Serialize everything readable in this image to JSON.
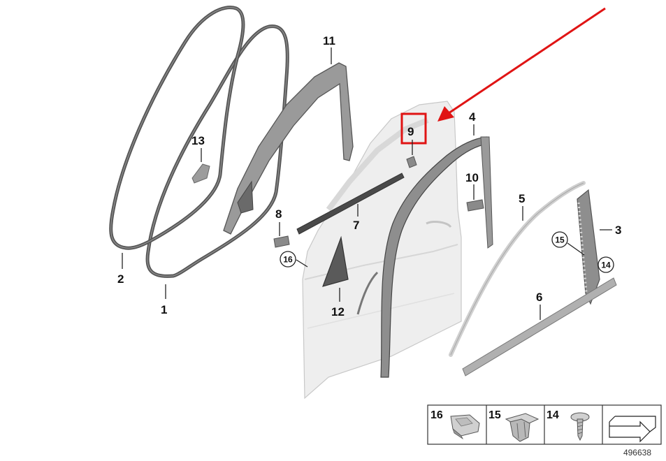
{
  "callouts": {
    "c1": "1",
    "c2": "2",
    "c3": "3",
    "c4": "4",
    "c5": "5",
    "c6": "6",
    "c7": "7",
    "c8": "8",
    "c9": "9",
    "c10": "10",
    "c11": "11",
    "c12": "12",
    "c13": "13",
    "c14": "14",
    "c15": "15",
    "c16": "16"
  },
  "legend": {
    "items": [
      {
        "label": "16",
        "icon": "push-clip-icon"
      },
      {
        "label": "15",
        "icon": "expanding-clip-icon"
      },
      {
        "label": "14",
        "icon": "screw-icon"
      },
      {
        "label": "",
        "icon": "direction-arrow-icon"
      }
    ]
  },
  "reference_number": "496638",
  "colors": {
    "highlight": "#e01414",
    "seal": "#5a5a5a",
    "door": "#dcdcdc",
    "outline": "#222222"
  }
}
